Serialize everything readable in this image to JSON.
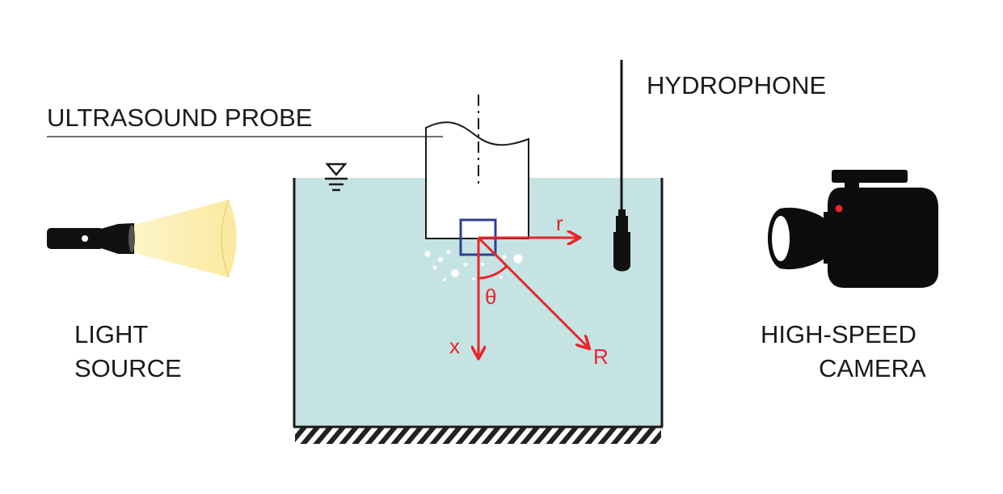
{
  "labels": {
    "ultrasound_probe": "ULTRASOUND PROBE",
    "hydrophone": "HYDROPHONE",
    "light_source_line1": "LIGHT",
    "light_source_line2": "SOURCE",
    "camera_line1": "HIGH-SPEED",
    "camera_line2": "CAMERA"
  },
  "symbols": {
    "r": "r",
    "x": "x",
    "R": "R",
    "theta": "θ"
  },
  "colors": {
    "water": "#c6e3e4",
    "axis_red": "#e8262b",
    "focus_box_blue": "#2e3f95",
    "beam_yellow": "#fbeeaa",
    "camera_black": "#0d0d0d",
    "camera_indicator": "#e8262b"
  }
}
